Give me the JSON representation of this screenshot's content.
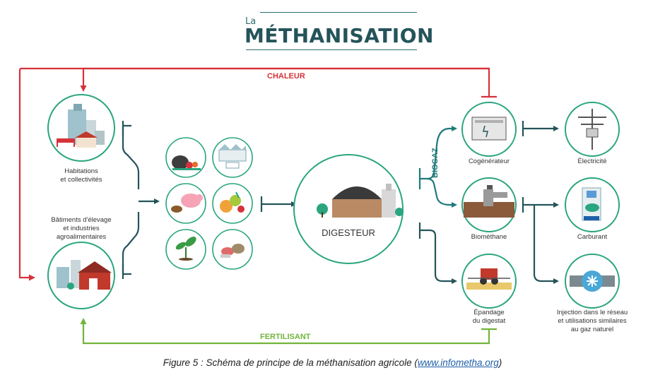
{
  "header": {
    "prefix": "La",
    "title": "MÉTHANISATION"
  },
  "flows": {
    "heat": "CHALEUR",
    "fertilizer": "FERTILISANT",
    "biogas": "BIOGAZ"
  },
  "nodes": {
    "housing": "Habitations\net collectivités",
    "farm": "Bâtiments d'élevage\net industries\nagroalimentaires",
    "digester": "DIGESTEUR",
    "cogenerator": "Cogénérateur",
    "biomethane": "Biométhane",
    "spreading": "Épandage\ndu digestat",
    "electricity": "Électricité",
    "fuel": "Carburant",
    "injection": "Injection dans le réseau\net utilisations similaires\nau gaz naturel"
  },
  "caption": {
    "text": "Figure 5 : Schéma de principe de la méthanisation agricole (",
    "link": "www.infometha.org",
    "end": ")"
  },
  "colors": {
    "heat": "#d6323a",
    "fertilizer": "#72b43c",
    "main": "#24545a",
    "teal": "#1f7a7a",
    "circle": "#2aa57f"
  }
}
